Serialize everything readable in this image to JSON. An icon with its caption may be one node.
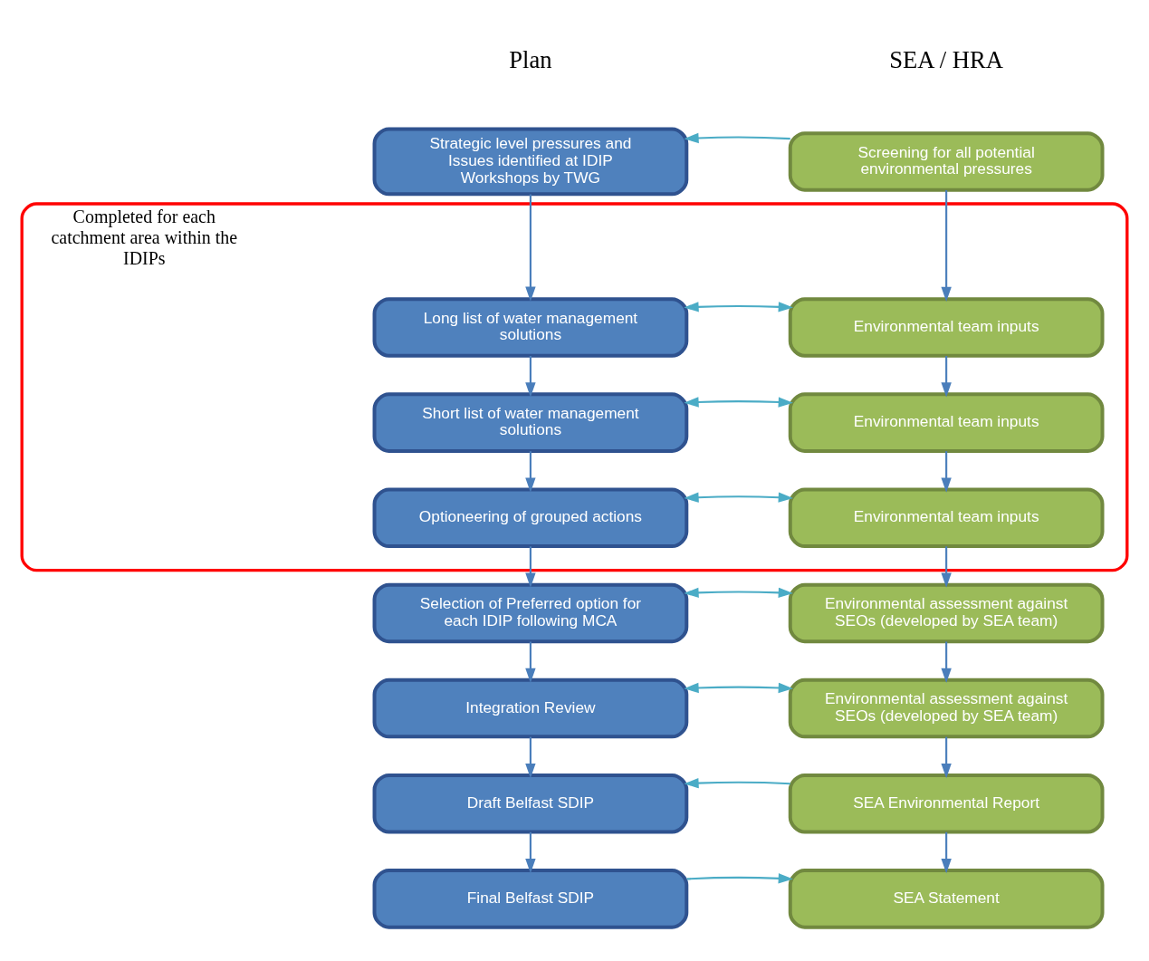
{
  "diagram": {
    "nodes": [
      {
        "text": [
          "Strategic level pressures and Issues identified at IDIP Workshops by TWG"
        ]
      },
      {
        "text": [
          "Screening for all potential environmental pressures"
        ]
      },
      {
        "text": [
          "Completed for each catchment area within the IDIPs"
        ]
      },
      {
        "text": [
          "Long list of water management solutions"
        ],
        "in": 2
      },
      {
        "text": [
          "Environmental team inputs"
        ],
        "in": 2
      },
      {
        "text": [
          "Short list of water management solutions"
        ],
        "in": 2
      },
      {
        "text": [
          "Environmental team inputs"
        ],
        "in": 2
      },
      {
        "text": [
          "Optioneering of grouped actions"
        ],
        "in": 2
      },
      {
        "text": [
          "Environmental team inputs"
        ],
        "in": 2
      },
      {
        "text": [
          "Selection of Preferred option for each IDIP following MCA"
        ]
      },
      {
        "text": [
          "Environmental assessment against SEOs (developed by SEA team)"
        ]
      },
      {
        "text": [
          "Integration Review"
        ]
      },
      {
        "text": [
          "Environmental assessment against SEOs (developed by SEA team)"
        ]
      },
      {
        "text": [
          "Draft Belfast SDIP"
        ]
      },
      {
        "text": [
          "SEA Environmental Report"
        ]
      },
      {
        "text": [
          "Final Belfast SDIP"
        ]
      },
      {
        "text": [
          "SEA Statement"
        ]
      }
    ],
    "edges": [
      {
        "from": 1,
        "to": 0,
        "arrow": "to",
        "color": "#4bacc6"
      },
      {
        "from": 0,
        "to": 3,
        "arrow": "to"
      },
      {
        "from": 1,
        "to": 4,
        "arrow": "to"
      },
      {
        "from": 3,
        "to": 4,
        "arrow": "both",
        "color": "#4bacc6"
      },
      {
        "from": 3,
        "to": 5,
        "arrow": "to"
      },
      {
        "from": 4,
        "to": 6,
        "arrow": "to"
      },
      {
        "from": 5,
        "to": 6,
        "arrow": "both",
        "color": "#4bacc6"
      },
      {
        "from": 5,
        "to": 7,
        "arrow": "to"
      },
      {
        "from": 6,
        "to": 8,
        "arrow": "to"
      },
      {
        "from": 7,
        "to": 8,
        "arrow": "both",
        "color": "#4bacc6"
      },
      {
        "from": 7,
        "to": 9,
        "arrow": "to"
      },
      {
        "from": 8,
        "to": 10,
        "arrow": "to"
      },
      {
        "from": 9,
        "to": 10,
        "arrow": "both",
        "color": "#4bacc6"
      },
      {
        "from": 9,
        "to": 11,
        "arrow": "to"
      },
      {
        "from": 10,
        "to": 12,
        "arrow": "to"
      },
      {
        "from": 11,
        "to": 12,
        "arrow": "both",
        "color": "#4bacc6"
      },
      {
        "from": 11,
        "to": 13,
        "arrow": "to"
      },
      {
        "from": 12,
        "to": 14,
        "arrow": "to"
      },
      {
        "from": 14,
        "to": 13,
        "arrow": "to",
        "color": "#4bacc6"
      },
      {
        "from": 13,
        "to": 15,
        "arrow": "to"
      },
      {
        "from": 14,
        "to": 16,
        "arrow": "to"
      },
      {
        "from": 15,
        "to": 16,
        "arrow": "to",
        "color": "#4bacc6"
      }
    ],
    "labels": [
      "Plan",
      "SEA / HRA"
    ]
  }
}
